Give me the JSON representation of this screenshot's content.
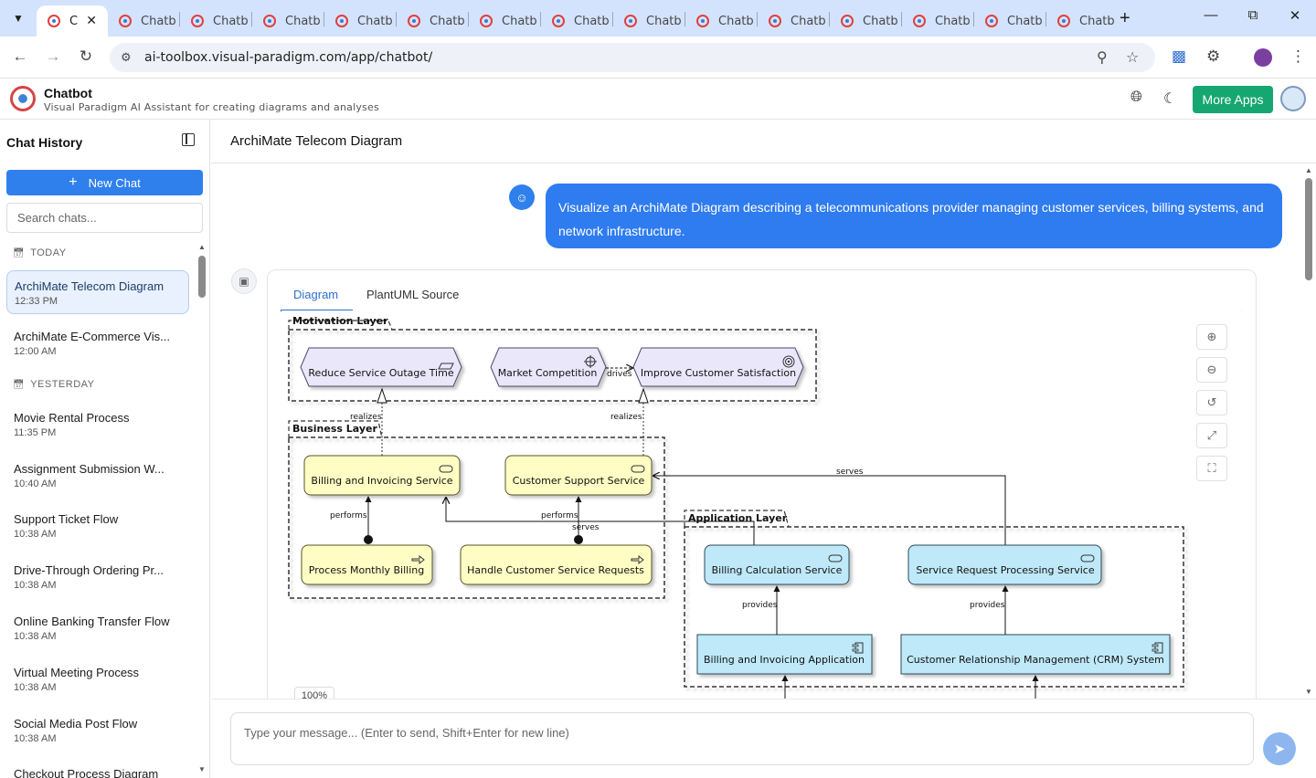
{
  "browser": {
    "active_tab_title": "C",
    "tab_title": "Chatb",
    "url": "ai-toolbox.visual-paradigm.com/app/chatbot/"
  },
  "app": {
    "title": "Chatbot",
    "subtitle": "Visual Paradigm AI Assistant for creating diagrams and analyses",
    "more_apps_label": "More Apps"
  },
  "sidebar": {
    "title": "Chat History",
    "new_chat_label": "New Chat",
    "search_placeholder": "Search chats...",
    "sections": [
      {
        "label": "TODAY",
        "items": [
          {
            "title": "ArchiMate Telecom Diagram",
            "time": "12:33 PM"
          },
          {
            "title": "ArchiMate E-Commerce Vis...",
            "time": "12:00 AM"
          }
        ]
      },
      {
        "label": "YESTERDAY",
        "items": [
          {
            "title": "Movie Rental Process",
            "time": "11:35 PM"
          },
          {
            "title": "Assignment Submission W...",
            "time": "10:40 AM"
          },
          {
            "title": "Support Ticket Flow",
            "time": "10:38 AM"
          },
          {
            "title": "Drive-Through Ordering Pr...",
            "time": "10:38 AM"
          },
          {
            "title": "Online Banking Transfer Flow",
            "time": "10:38 AM"
          },
          {
            "title": "Virtual Meeting Process",
            "time": "10:38 AM"
          },
          {
            "title": "Social Media Post Flow",
            "time": "10:38 AM"
          },
          {
            "title": "Checkout Process Diagram",
            "time": ""
          }
        ]
      }
    ]
  },
  "main": {
    "title": "ArchiMate Telecom Diagram",
    "user_message": "Visualize an ArchiMate Diagram describing a telecommunications provider managing customer services, billing systems, and network infrastructure.",
    "tabs": [
      {
        "label": "Diagram"
      },
      {
        "label": "PlantUML Source"
      }
    ],
    "zoom_level": "100%",
    "input_placeholder": "Type your message... (Enter to send, Shift+Enter for new line)"
  },
  "diagram": {
    "groups": {
      "motivation": "Motivation Layer",
      "business": "Business Layer",
      "application": "Application Layer"
    },
    "elements": {
      "reduce_outage": "Reduce Service Outage Time",
      "market_competition": "Market Competition",
      "improve_satisfaction": "Improve Customer Satisfaction",
      "billing_service": "Billing and Invoicing Service",
      "support_service": "Customer Support Service",
      "monthly_billing": "Process Monthly Billing",
      "handle_requests": "Handle Customer Service Requests",
      "billing_calc": "Billing Calculation Service",
      "request_processing": "Service Request Processing Service",
      "billing_app": "Billing and Invoicing Application",
      "crm_system": "Customer Relationship Management (CRM) System"
    },
    "relations": {
      "drives": "drives",
      "realizes": "realizes",
      "performs": "performs",
      "serves": "serves",
      "provides": "provides"
    },
    "colors": {
      "motivation_fill": "#ebe7fb",
      "business_fill": "#fffdc4",
      "application_fill": "#bfe9f8",
      "accent_blue": "#2f7bf0",
      "brand_green": "#16a672"
    }
  }
}
